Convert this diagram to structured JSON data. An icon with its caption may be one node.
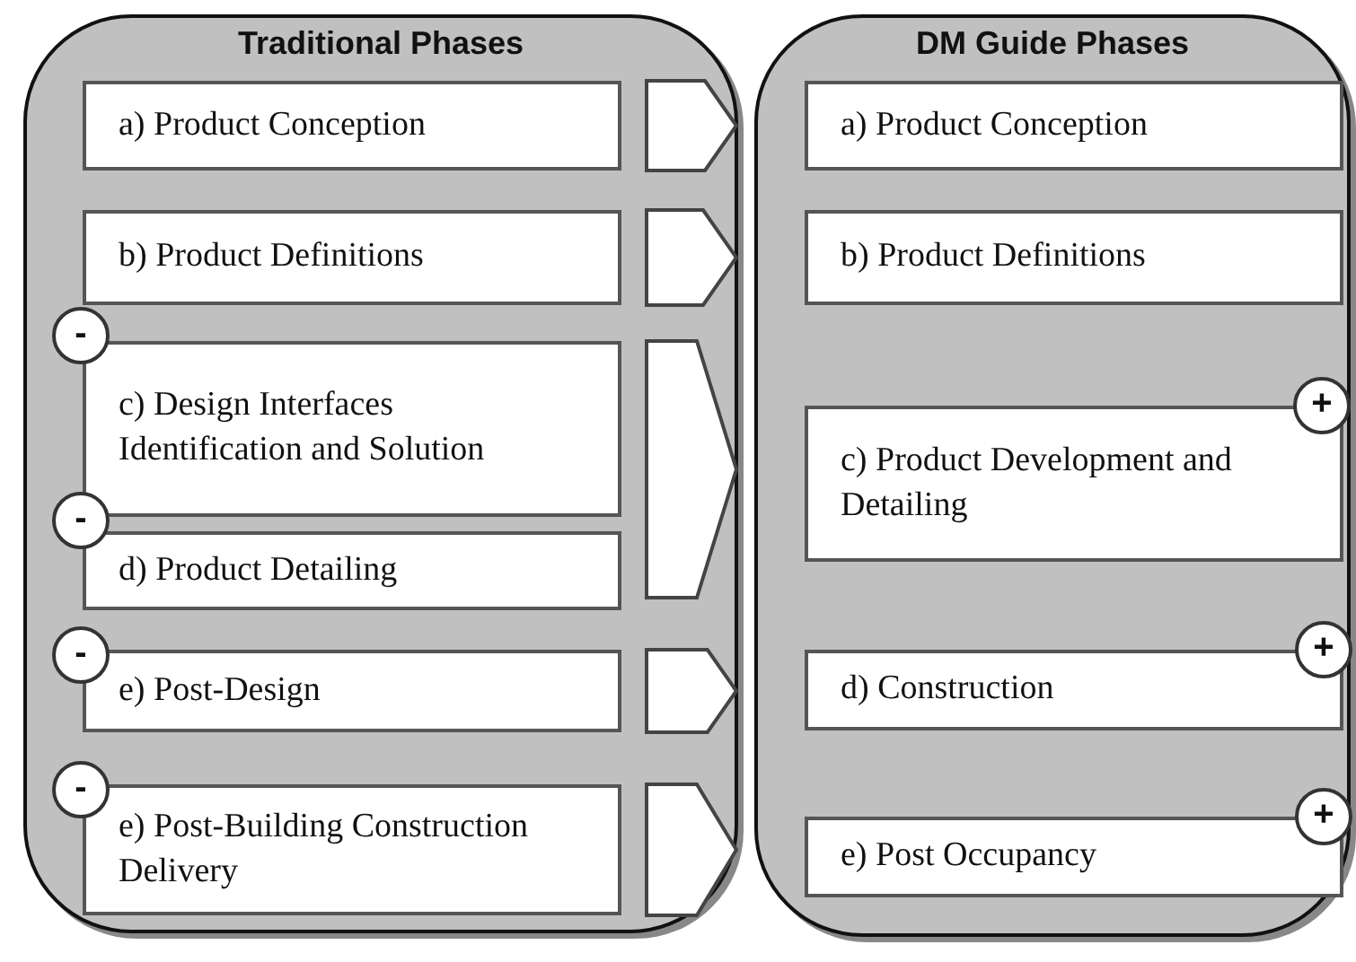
{
  "diagram": {
    "nodes": [
      {
        "text": [
          "Traditional Phases"
        ]
      },
      {
        "text": [
          "a) Product Conception"
        ],
        "in": 0
      },
      {
        "text": [
          "b) Product Definitions"
        ],
        "in": 0
      },
      {
        "text": [
          "c) Design Interfaces Identification and Solution"
        ],
        "in": 0
      },
      {
        "text": [
          "d) Product Detailing"
        ],
        "in": 0
      },
      {
        "text": [
          "e) Post-Design"
        ],
        "in": 0
      },
      {
        "text": [
          "e) Post-Building Construction Delivery"
        ],
        "in": 0
      },
      {
        "text": [
          "DM Guide Phases"
        ]
      },
      {
        "text": [
          "a) Product Conception"
        ],
        "in": 7
      },
      {
        "text": [
          "b) Product Definitions"
        ],
        "in": 7
      },
      {
        "text": [
          "c) Product Development and Detailing"
        ],
        "in": 7
      },
      {
        "text": [
          "d) Construction"
        ],
        "in": 7
      },
      {
        "text": [
          "e) Post Occupancy"
        ],
        "in": 7
      }
    ],
    "edges": [
      {
        "from": 1,
        "to": 8,
        "arrow": "to"
      },
      {
        "from": 2,
        "to": 9,
        "arrow": "to"
      },
      {
        "from": 3,
        "to": 10,
        "arrow": "to"
      },
      {
        "from": 4,
        "to": 10,
        "arrow": "to"
      },
      {
        "from": 5,
        "to": 11,
        "arrow": "to"
      },
      {
        "from": 6,
        "to": 12,
        "arrow": "to"
      }
    ],
    "labels": [
      "-",
      "-",
      "-",
      "-",
      "+",
      "+",
      "+"
    ]
  }
}
